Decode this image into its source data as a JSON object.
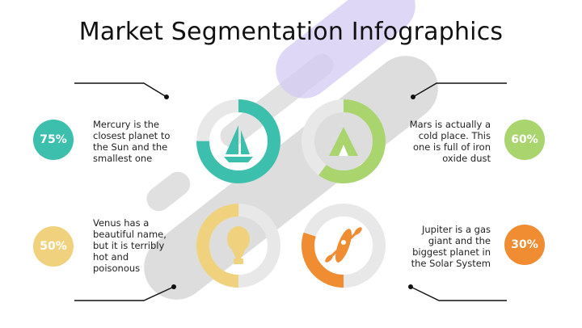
{
  "page": {
    "title": "Market Segmentation Infographics"
  },
  "segments": [
    {
      "id": "mercury",
      "percent": "75%",
      "value": 0.75,
      "color": "#3dbfad",
      "icon": "sailboat-icon",
      "text": "Mercury is the closest planet to the Sun and the smallest one"
    },
    {
      "id": "mars",
      "percent": "60%",
      "value": 0.6,
      "color": "#a9d46e",
      "icon": "tent-icon",
      "text": "Mars is actually a cold place. This one is full of iron oxide dust"
    },
    {
      "id": "venus",
      "percent": "50%",
      "value": 0.5,
      "color": "#f0d27e",
      "icon": "hot-air-balloon-icon",
      "text": "Venus has a beautiful name, but it is terribly hot and poisonous"
    },
    {
      "id": "jupiter",
      "percent": "30%",
      "value": 0.3,
      "color": "#f08c32",
      "icon": "kayak-icon",
      "text": "Jupiter is  a gas giant and the biggest planet in the Solar System"
    }
  ],
  "colors": {
    "track": "#e8e8e8",
    "connector": "#111111",
    "watermark": "#cfc4f2"
  }
}
